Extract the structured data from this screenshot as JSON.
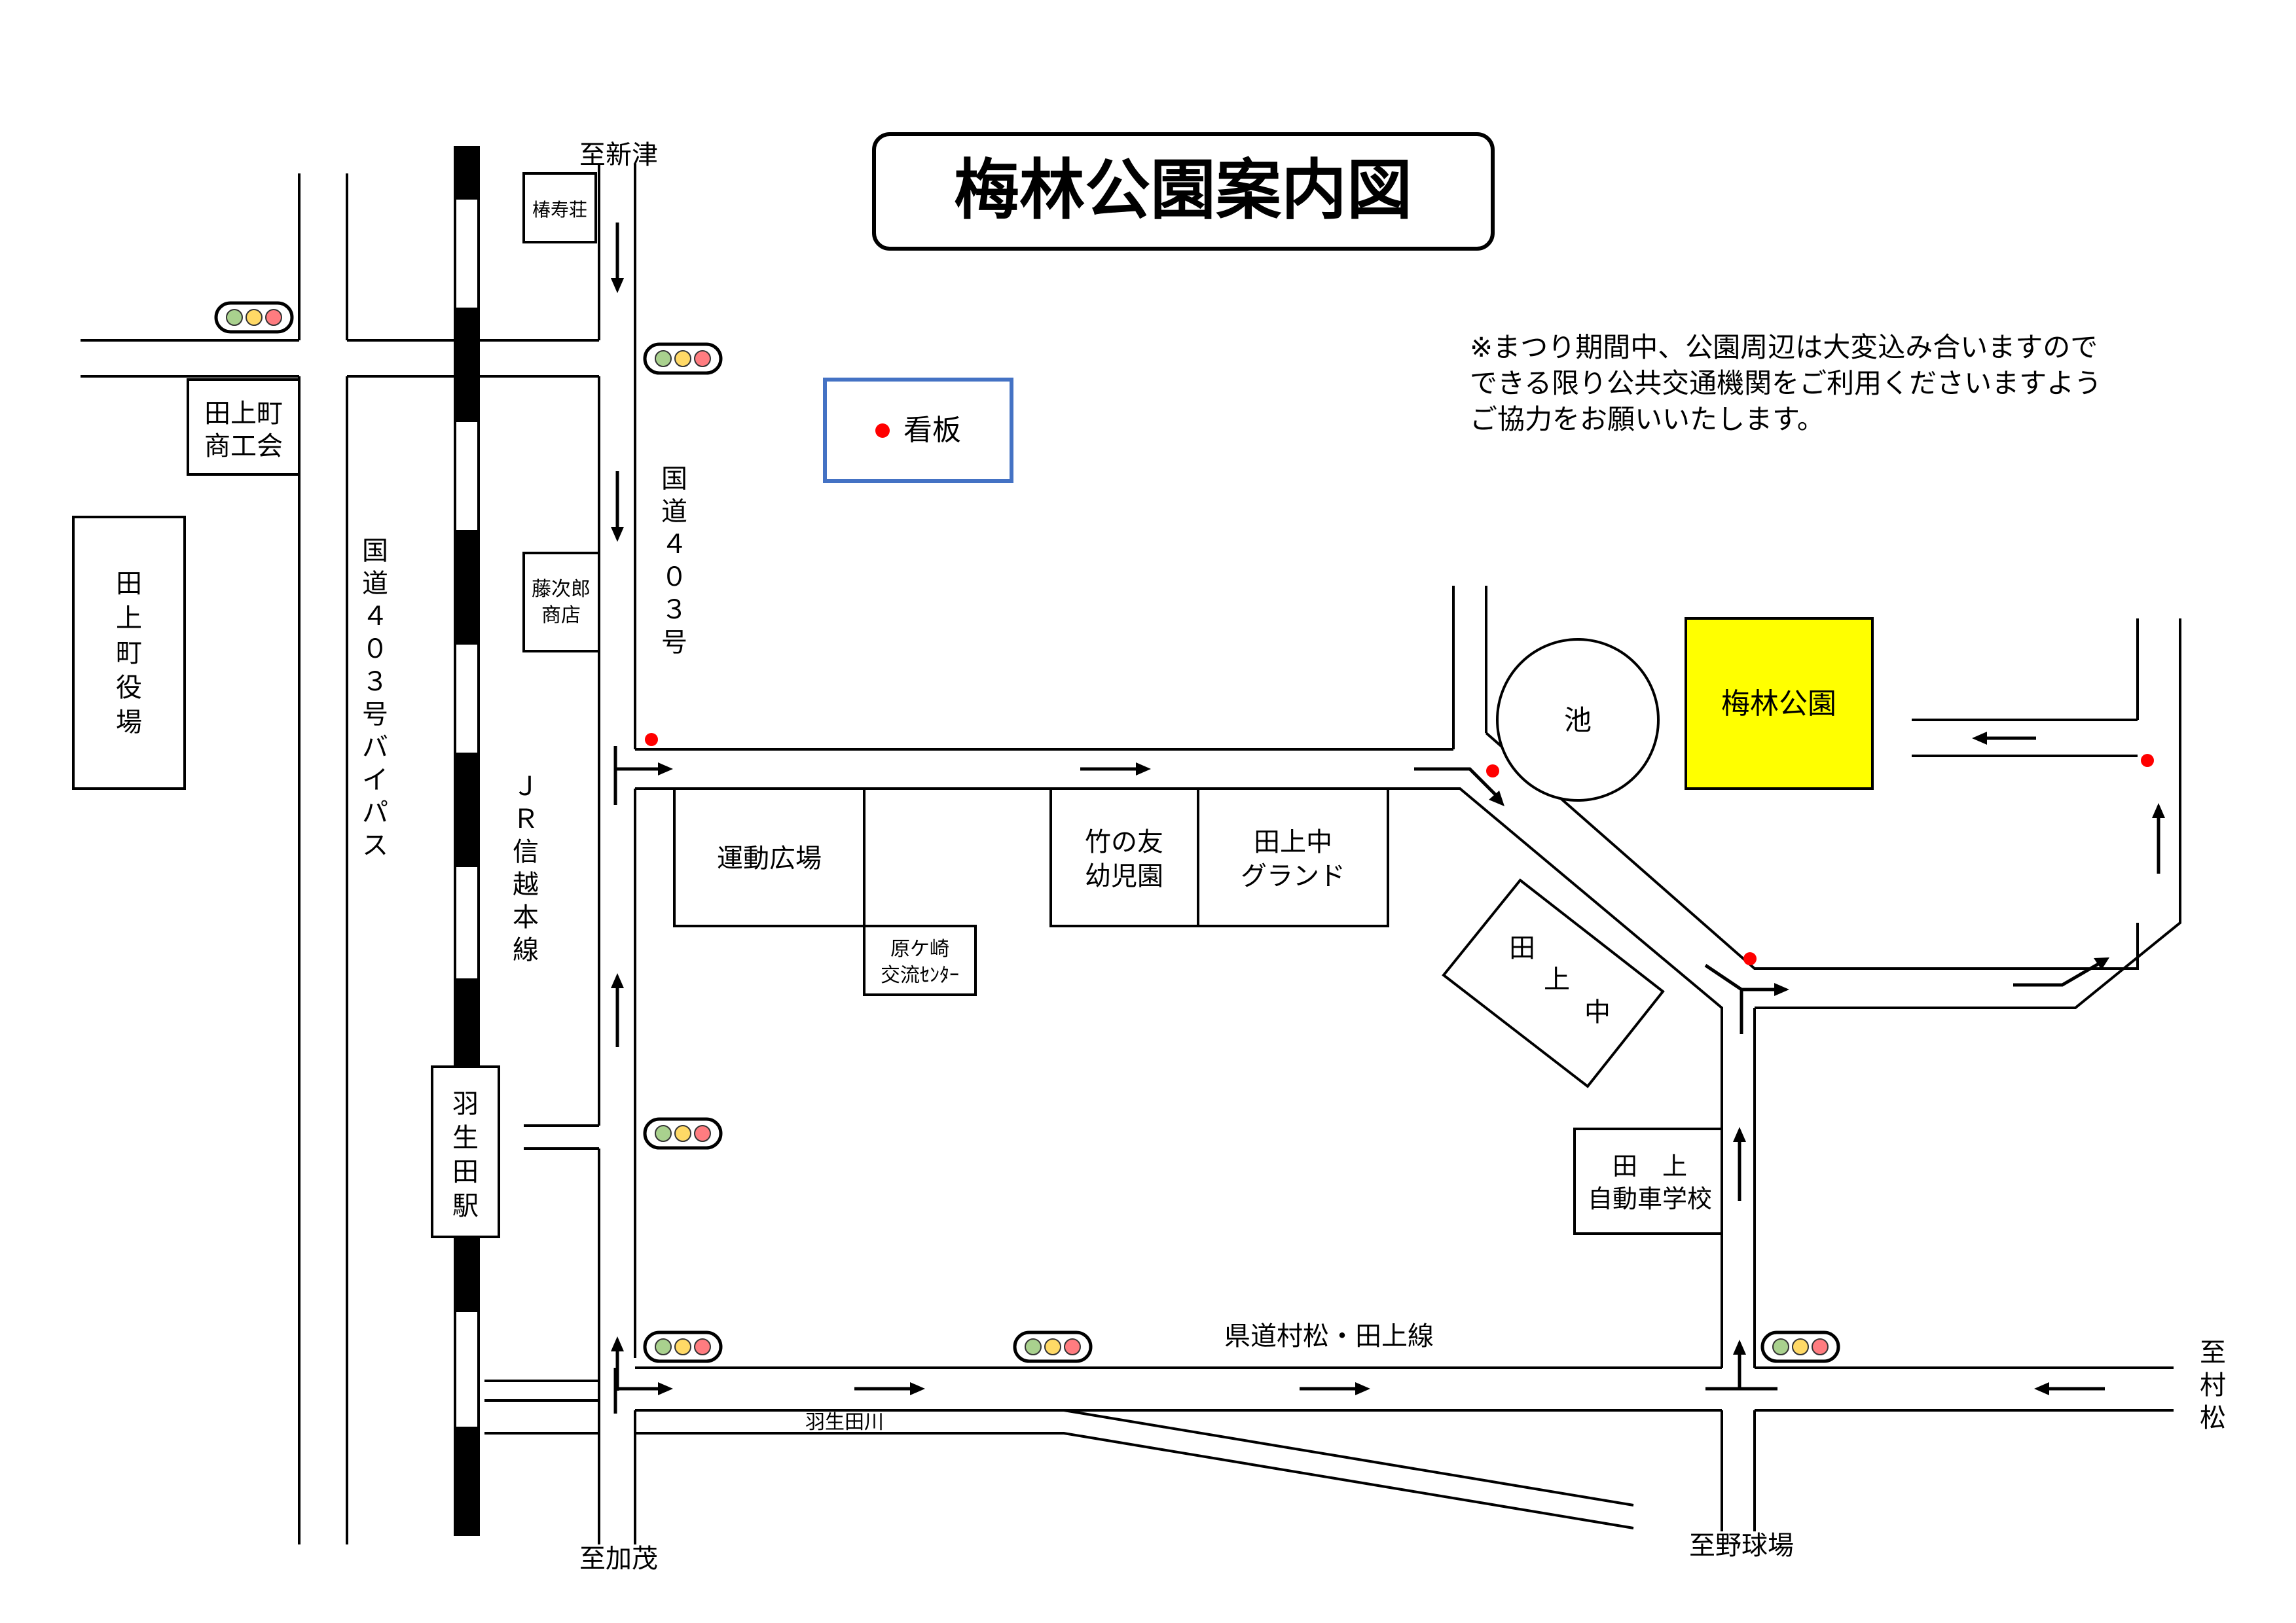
{
  "title": "梅林公園案内図",
  "notice": [
    "※まつり期間中、公園周辺は大変込み合いますので",
    "できる限り公共交通機関をご利用くださいますよう",
    "ご協力をお願いいたします。"
  ],
  "legend": {
    "signboard": "看板"
  },
  "directions": {
    "north": "至新津",
    "south": "至加茂",
    "ballpark": "至野球場",
    "muramatsu": [
      "至",
      "村",
      "松"
    ]
  },
  "roads": {
    "route403": [
      "国",
      "道",
      "４",
      "０",
      "３",
      "号"
    ],
    "bypass": [
      "国",
      "道",
      "４",
      "０",
      "３",
      "号",
      "バ",
      "イ",
      "パ",
      "ス"
    ],
    "jr_line": [
      "Ｊ",
      "Ｒ",
      "信",
      "越",
      "本",
      "線"
    ],
    "prefectural": "県道村松・田上線",
    "river": "羽生田川"
  },
  "places": {
    "tsubaki": "椿寿荘",
    "tajimi_shokokai": [
      "田上町",
      "商工会"
    ],
    "town_office": [
      "田",
      "上",
      "町",
      "役",
      "場"
    ],
    "tojiro": [
      "藤次郎",
      "商店"
    ],
    "station": [
      "羽",
      "生",
      "田",
      "駅"
    ],
    "sports_field": "運動広場",
    "harakezaki": [
      "原ケ崎",
      "交流ｾﾝﾀｰ"
    ],
    "kindergarten": [
      "竹の友",
      "幼児園"
    ],
    "school_ground": [
      "田上中",
      "グランド"
    ],
    "pond": "池",
    "park": "梅林公園",
    "junior_high": [
      "田",
      "上",
      "中"
    ],
    "driving_school": [
      "田　上",
      "自動車学校"
    ]
  },
  "colors": {
    "park": "#ffff00",
    "signboard_dot": "#ff0000",
    "signboard_border": "#4472c4",
    "light_green": "#a9d18e",
    "light_yellow": "#ffd966",
    "light_red": "#ff7c80"
  }
}
